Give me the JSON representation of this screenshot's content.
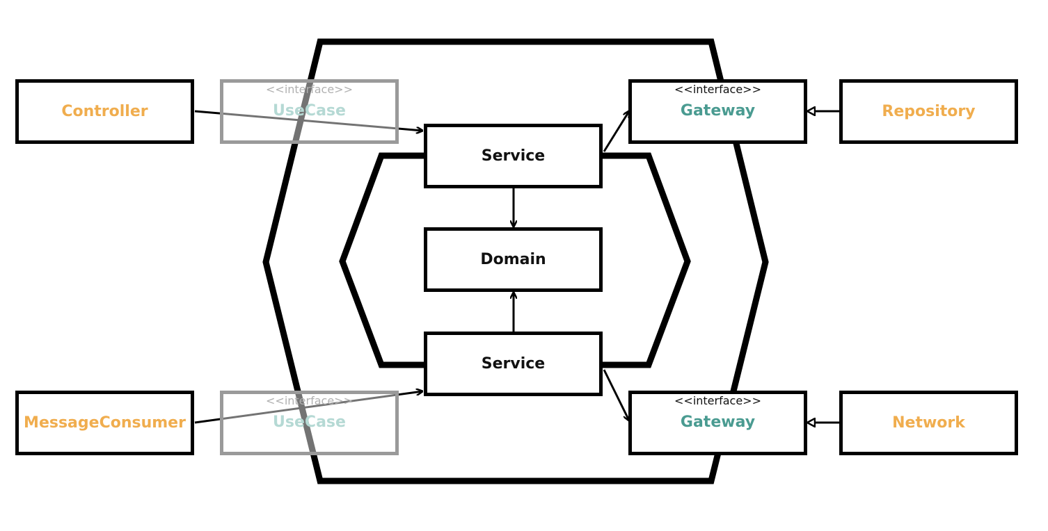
{
  "outer": {
    "controller": "Controller",
    "message_consumer": "MessageConsumer",
    "repository": "Repository",
    "network": "Network"
  },
  "ports": {
    "usecase_top": {
      "stereotype": "<<interface>>",
      "name": "UseCase"
    },
    "usecase_bottom": {
      "stereotype": "<<interface>>",
      "name": "UseCase"
    },
    "gateway_top": {
      "stereotype": "<<interface>>",
      "name": "Gateway"
    },
    "gateway_bottom": {
      "stereotype": "<<interface>>",
      "name": "Gateway"
    }
  },
  "core": {
    "service_top": "Service",
    "domain": "Domain",
    "service_bottom": "Service"
  },
  "colors": {
    "adapter_text": "#f0ad4e",
    "interface_text": "#4a9b91",
    "faded_interface_text": "#b5d9d4",
    "faded_border": "#9a9a9a",
    "line": "#000000"
  }
}
